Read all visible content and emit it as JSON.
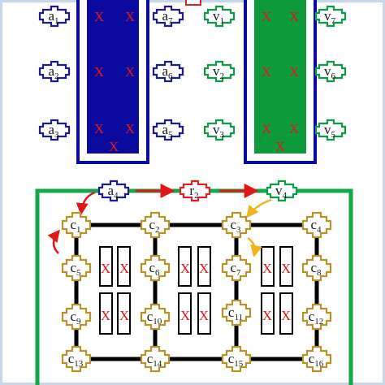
{
  "colors": {
    "background_border": "#c6d6ec",
    "a_node": "#1c1c8a",
    "v_node": "#0f9a4a",
    "r_node": "#d42626",
    "c_node": "#b8922a",
    "blue_block_fill": "#0a0a9e",
    "blue_block_border": "#0a0a9e",
    "green_block_fill": "#0c9a3a",
    "green_block_border": "#0a0a9e",
    "x_mark": "#e01818",
    "grid_line": "#000000",
    "zone_border": "#13a84b",
    "arrow_red": "#e01818",
    "arrow_yellow": "#f2b21c"
  },
  "nodes": {
    "a1": {
      "base": "a",
      "sub": "1"
    },
    "a2": {
      "base": "a",
      "sub": "2"
    },
    "a3": {
      "base": "a",
      "sub": "3"
    },
    "a4": {
      "base": "a",
      "sub": "4"
    },
    "a5": {
      "base": "a",
      "sub": "5"
    },
    "a6": {
      "base": "a",
      "sub": "6"
    },
    "a7": {
      "base": "a",
      "sub": "7"
    },
    "v1": {
      "base": "v",
      "sub": "1"
    },
    "v2": {
      "base": "v",
      "sub": "2"
    },
    "v3": {
      "base": "v",
      "sub": "3"
    },
    "v4": {
      "base": "v",
      "sub": "4"
    },
    "v5": {
      "base": "v",
      "sub": "5"
    },
    "v6": {
      "base": "v",
      "sub": "6"
    },
    "v7": {
      "base": "v",
      "sub": "7"
    },
    "r2": {
      "base": "r",
      "sub": "2"
    },
    "c1": {
      "base": "c",
      "sub": "1"
    },
    "c2": {
      "base": "c",
      "sub": "2"
    },
    "c3": {
      "base": "c",
      "sub": "3"
    },
    "c4": {
      "base": "c",
      "sub": "4"
    },
    "c5": {
      "base": "c",
      "sub": "5"
    },
    "c6": {
      "base": "c",
      "sub": "6"
    },
    "c7": {
      "base": "c",
      "sub": "7"
    },
    "c8": {
      "base": "c",
      "sub": "8"
    },
    "c9": {
      "base": "c",
      "sub": "9"
    },
    "c10": {
      "base": "c",
      "sub": "10"
    },
    "c11": {
      "base": "c",
      "sub": "11"
    },
    "c12": {
      "base": "c",
      "sub": "12"
    },
    "c13": {
      "base": "c",
      "sub": "13"
    },
    "c14": {
      "base": "c",
      "sub": "14"
    },
    "c15": {
      "base": "c",
      "sub": "15"
    },
    "c16": {
      "base": "c",
      "sub": "16"
    }
  },
  "x_mark_label": "X"
}
